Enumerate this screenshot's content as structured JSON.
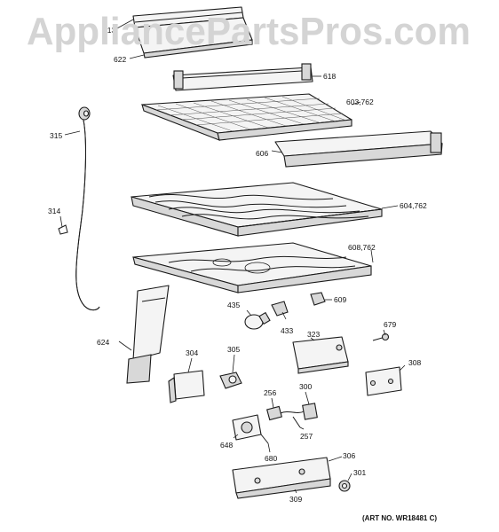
{
  "watermark": "AppliancePartsPros.com",
  "art_number": "(ART NO. WR18481 C)",
  "callouts": {
    "c613": "613",
    "c622": "622",
    "c618": "618",
    "c603": "603,762",
    "c606": "606",
    "c315": "315",
    "c314": "314",
    "c604": "604,762",
    "c608": "608,762",
    "c609": "609",
    "c435": "435",
    "c433": "433",
    "c624": "624",
    "c679": "679",
    "c323": "323",
    "c308": "308",
    "c304": "304",
    "c305": "305",
    "c256": "256",
    "c300": "300",
    "c257": "257",
    "c648": "648",
    "c680": "680",
    "c306": "306",
    "c301": "301",
    "c309": "309"
  }
}
